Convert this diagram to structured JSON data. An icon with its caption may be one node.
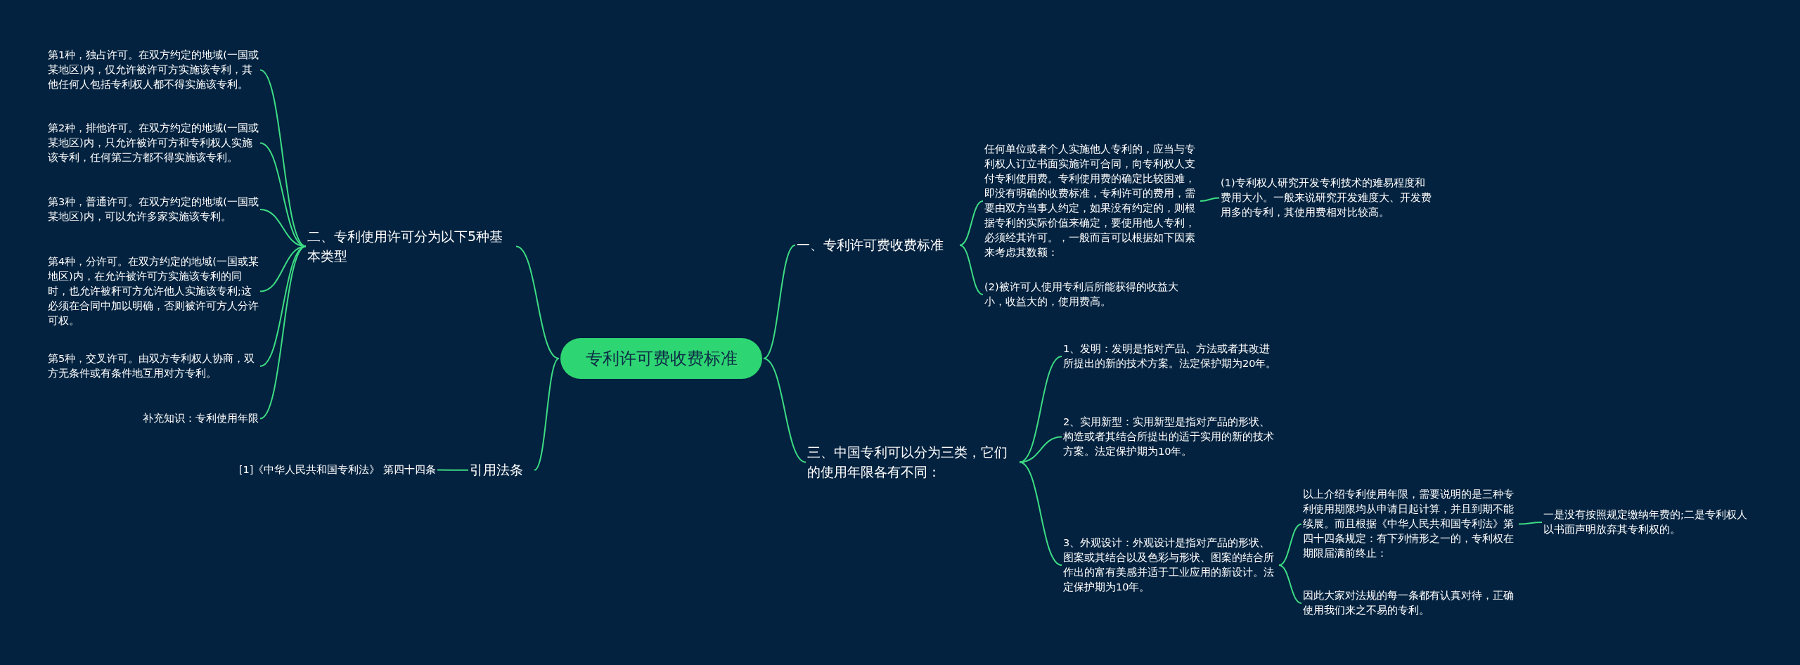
{
  "diagram": {
    "nodes": [
      {
        "text": [
          "专利许可费收费标准"
        ]
      },
      {
        "text": [
          "一、专利许可费收费标准"
        ]
      },
      {
        "text": [
          "任何单位或者个人实施他人专利的，应当与专利权人订立书面实施许可合同，向专利权人支付专利使用费。专利使用费的确定比较困难，即没有明确的收费标准，专利许可的费用，需要由双方当事人约定，如果没有约定的，则根据专利的实际价值来确定，要使用他人专利，必须经其许可。，一般而言可以根据如下因素来考虑其数额："
        ]
      },
      {
        "text": [
          "(1)专利权人研究开发专利技术的难易程度和费用大小。一般来说研究开发难度大、开发费用多的专利，其使用费相对比较高。"
        ]
      },
      {
        "text": [
          "(2)被许可人使用专利后所能获得的收益大小，收益大的，使用费高。"
        ]
      },
      {
        "text": [
          "二、专利使用许可分为以下5种基本类型"
        ]
      },
      {
        "text": [
          "第1种，独占许可。在双方约定的地域(一国或某地区)内，仅允许被许可方实施该专利，其他任何人包括专利权人都不得实施该专利。"
        ]
      },
      {
        "text": [
          "第2种，排他许可。在双方约定的地域(一国或某地区)内，只允许被许可方和专利权人实施该专利，任何第三方都不得实施该专利。"
        ]
      },
      {
        "text": [
          "第3种，普通许可。在双方约定的地域(一国或某地区)内，可以允许多家实施该专利。"
        ]
      },
      {
        "text": [
          "第4种，分许可。在双方约定的地域(一国或某地区)内，在允许被许可方实施该专利的同时，也允许被秆可方允许他人实施该专利;这必须在合同中加以明确，否则被许可方人分许可权。"
        ]
      },
      {
        "text": [
          "第5种，交叉许可。由双方专利权人协商，双方无条件或有条件地互用对方专利。"
        ]
      },
      {
        "text": [
          "补充知识：专利使用年限"
        ]
      },
      {
        "text": [
          "三、中国专利可以分为三类，它们的使用年限各有不同："
        ]
      },
      {
        "text": [
          "1、发明：发明是指对产品、方法或者其改进所提出的新的技术方案。法定保护期为20年。"
        ]
      },
      {
        "text": [
          "2、实用新型：实用新型是指对产品的形状、构造或者其结合所提出的适于实用的新的技术方案。法定保护期为10年。"
        ]
      },
      {
        "text": [
          "3、外观设计：外观设计是指对产品的形状、图案或其结合以及色彩与形状、图案的结合所作出的富有美感并适于工业应用的新设计。法定保护期为10年。"
        ]
      },
      {
        "text": [
          "以上介绍专利使用年限，需要说明的是三种专利使用期限均从申请日起计算，并且到期不能续展。而且根据《中华人民共和国专利法》第四十四条规定：有下列情形之一的，专利权在期限届满前终止："
        ]
      },
      {
        "text": [
          "一是没有按照规定缴纳年费的;二是专利权人以书面声明放弃其专利权的。"
        ]
      },
      {
        "text": [
          "因此大家对法规的每一条都有认真对待，正确使用我们来之不易的专利。"
        ]
      },
      {
        "text": [
          "引用法条"
        ]
      },
      {
        "text": [
          "[1]《中华人民共和国专利法》 第四十四条"
        ]
      }
    ],
    "edges": [
      {
        "from": 0,
        "to": 1,
        "arrow": "none"
      },
      {
        "from": 1,
        "to": 2,
        "arrow": "none"
      },
      {
        "from": 2,
        "to": 3,
        "arrow": "none"
      },
      {
        "from": 1,
        "to": 4,
        "arrow": "none"
      },
      {
        "from": 0,
        "to": 5,
        "arrow": "none"
      },
      {
        "from": 5,
        "to": 6,
        "arrow": "none"
      },
      {
        "from": 5,
        "to": 7,
        "arrow": "none"
      },
      {
        "from": 5,
        "to": 8,
        "arrow": "none"
      },
      {
        "from": 5,
        "to": 9,
        "arrow": "none"
      },
      {
        "from": 5,
        "to": 10,
        "arrow": "none"
      },
      {
        "from": 5,
        "to": 11,
        "arrow": "none"
      },
      {
        "from": 0,
        "to": 12,
        "arrow": "none"
      },
      {
        "from": 12,
        "to": 13,
        "arrow": "none"
      },
      {
        "from": 12,
        "to": 14,
        "arrow": "none"
      },
      {
        "from": 12,
        "to": 15,
        "arrow": "none"
      },
      {
        "from": 15,
        "to": 16,
        "arrow": "none"
      },
      {
        "from": 16,
        "to": 17,
        "arrow": "none"
      },
      {
        "from": 15,
        "to": 18,
        "arrow": "none"
      },
      {
        "from": 0,
        "to": 19,
        "arrow": "none"
      },
      {
        "from": 19,
        "to": 20,
        "arrow": "none"
      }
    ]
  }
}
